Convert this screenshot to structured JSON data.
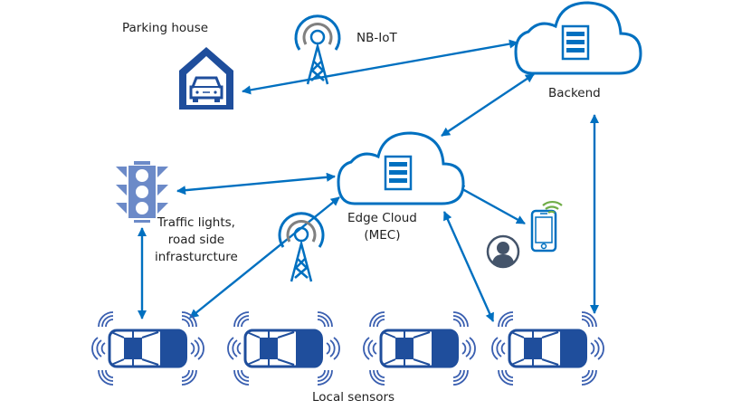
{
  "colors": {
    "primary_blue": "#0070C0",
    "dark_blue": "#1F4E9C",
    "signal_gray": "#808080",
    "traffic_light_blue": "#6C8AC8",
    "user_avatar": "#44546A",
    "wifi_green": "#70AD47",
    "text": "#222222"
  },
  "nodes": {
    "parking_house": {
      "label": "Parking house",
      "icon": "garage-icon"
    },
    "nbiot_tower": {
      "label": "NB-IoT",
      "icon": "cell-tower-icon"
    },
    "backend": {
      "label": "Backend",
      "icon": "cloud-server-icon"
    },
    "edge_cloud": {
      "label_line1": "Edge Cloud",
      "label_line2": "(MEC)",
      "icon": "cloud-server-icon"
    },
    "traffic_lights": {
      "label_line1": "Traffic lights,",
      "label_line2": "road side",
      "label_line3": "infrasturcture",
      "icon": "traffic-light-icon"
    },
    "roadside_tower": {
      "icon": "cell-tower-icon"
    },
    "mobile_user": {
      "icon": "smartphone-icon",
      "user_icon": "user-avatar-icon"
    },
    "vehicles": {
      "label": "Local sensors",
      "count": 4,
      "icon": "car-with-sensors-icon"
    }
  },
  "connections": [
    {
      "from": "parking_house",
      "to": "backend",
      "type": "bidirectional"
    },
    {
      "from": "edge_cloud",
      "to": "backend",
      "type": "bidirectional"
    },
    {
      "from": "edge_cloud",
      "to": "traffic_lights",
      "type": "bidirectional"
    },
    {
      "from": "edge_cloud",
      "to": "vehicle_1",
      "type": "bidirectional"
    },
    {
      "from": "edge_cloud",
      "to": "mobile_user",
      "type": "bidirectional"
    },
    {
      "from": "edge_cloud",
      "to": "vehicle_4",
      "type": "bidirectional"
    },
    {
      "from": "traffic_lights",
      "to": "vehicle_1",
      "type": "bidirectional"
    },
    {
      "from": "backend",
      "to": "vehicle_4",
      "type": "bidirectional"
    }
  ]
}
